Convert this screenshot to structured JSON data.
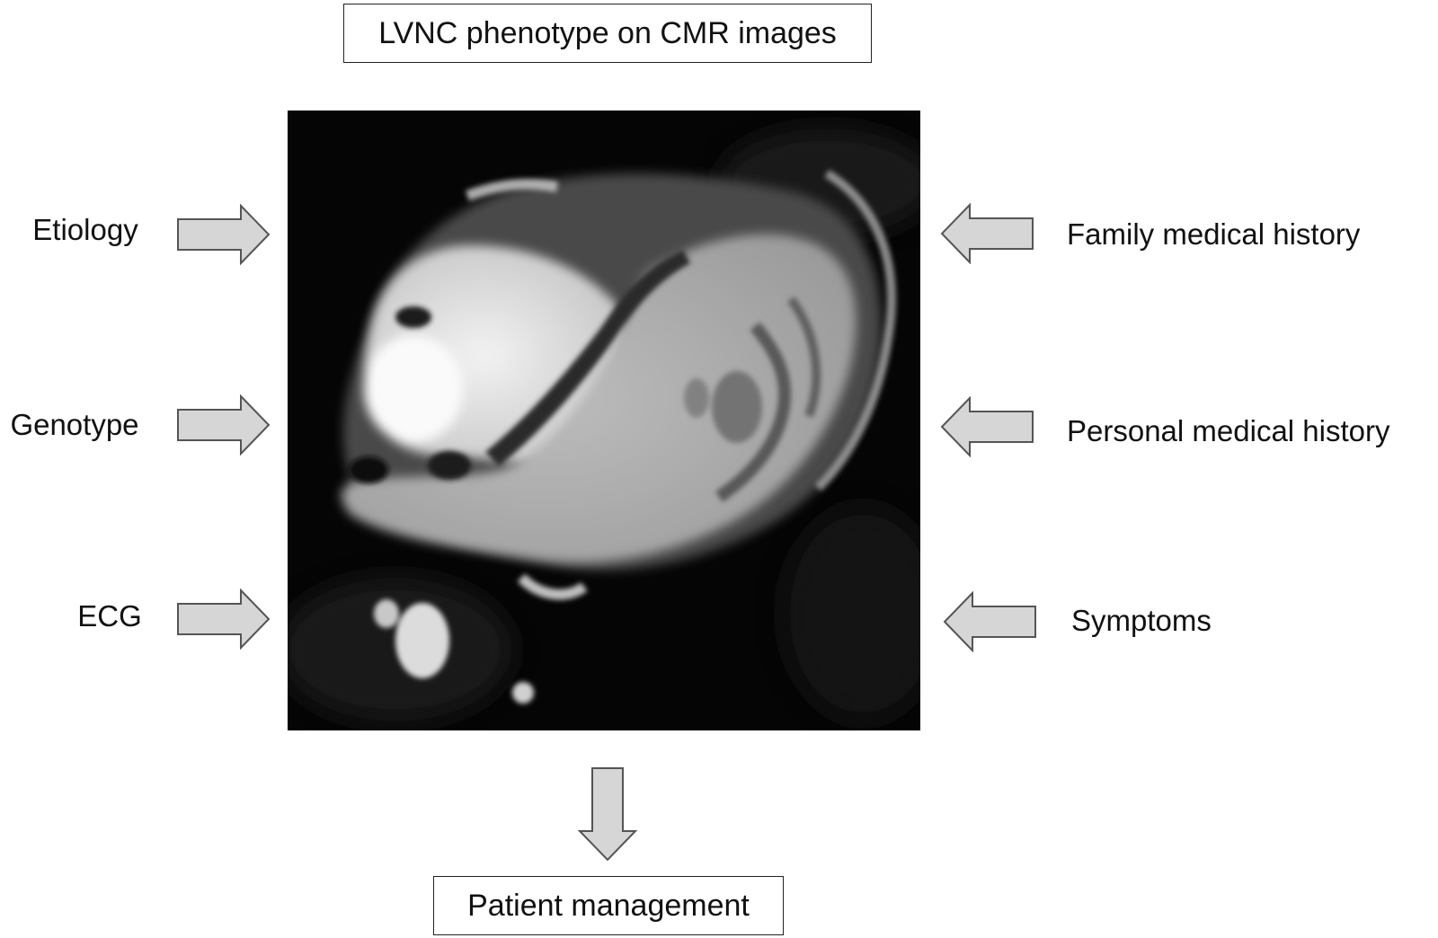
{
  "diagram": {
    "title": "LVNC phenotype on CMR images",
    "outcome": "Patient management",
    "left_inputs": [
      "Etiology",
      "Genotype",
      "ECG"
    ],
    "right_inputs": [
      "Family medical history",
      "Personal medical history",
      "Symptoms"
    ],
    "image": "cardiac MRI four-chamber view",
    "colors": {
      "arrow_fill": "#d6d6d6",
      "arrow_stroke": "#555555",
      "image_background": "#050505"
    }
  }
}
